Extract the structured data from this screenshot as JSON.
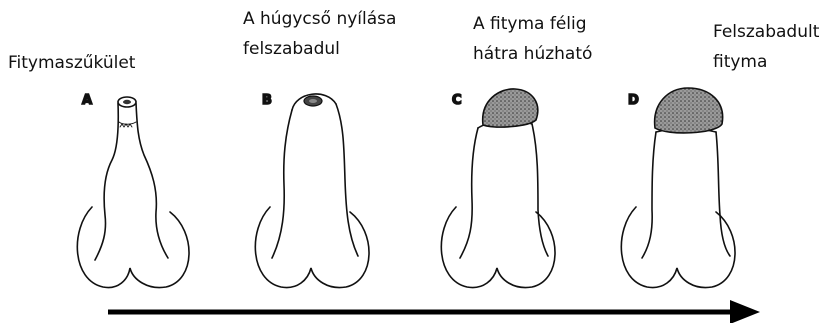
{
  "stages": [
    {
      "letter": "A",
      "caption": [
        "Fitymaszűkület"
      ]
    },
    {
      "letter": "B",
      "caption": [
        "A húgycső nyílása",
        "felszabadul"
      ]
    },
    {
      "letter": "C",
      "caption": [
        "A fityma félig",
        "hátra húzható"
      ]
    },
    {
      "letter": "D",
      "caption": [
        "Felszabadult",
        "fityma"
      ]
    }
  ],
  "colors": {
    "ink": "#111111",
    "glans": "#777777",
    "background": "#ffffff"
  }
}
